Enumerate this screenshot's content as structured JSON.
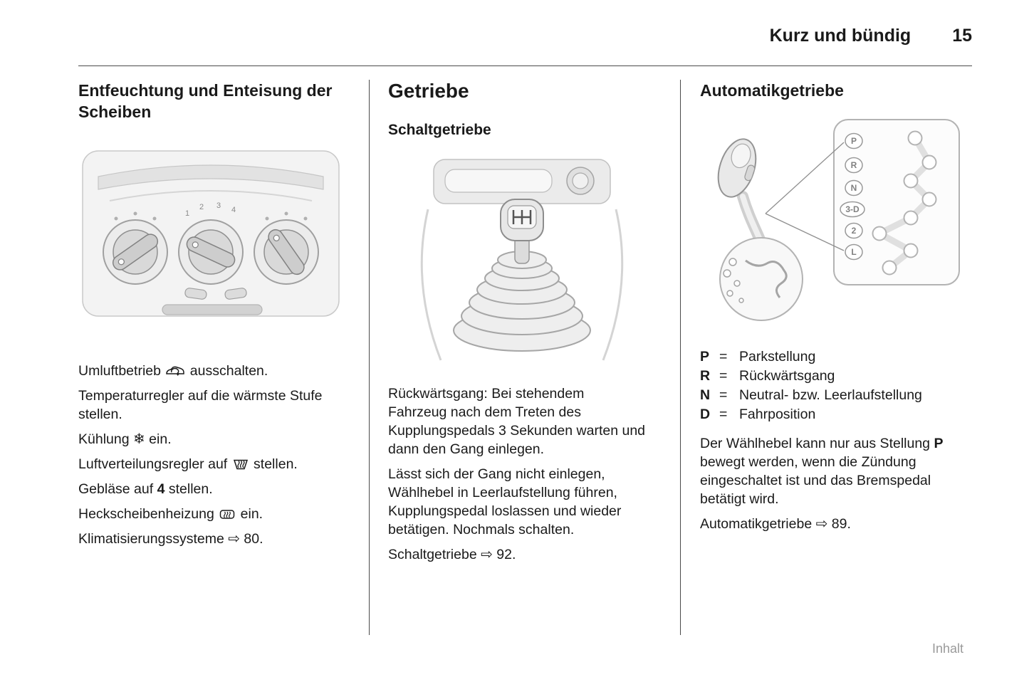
{
  "header": {
    "section_title": "Kurz und bündig",
    "page_number": "15"
  },
  "left": {
    "heading": "Entfeuchtung und Enteisung der Scheiben",
    "figure": {
      "fan_numbers": [
        "1",
        "2",
        "3",
        "4"
      ]
    },
    "lines": [
      {
        "pre": "Umluftbetrieb ",
        "icon": "air-recirculation-icon",
        "post": " ausschalten."
      },
      {
        "pre": "Temperaturregler auf die wärmste Stufe stellen."
      },
      {
        "pre": "Kühlung ",
        "icon": "cooling-icon",
        "glyph": "❄",
        "post": " ein."
      },
      {
        "pre": "Luftverteilungsregler auf ",
        "icon": "windscreen-defrost-icon",
        "post": " stellen."
      },
      {
        "pre": "Gebläse auf ",
        "bold": "4",
        "post": " stellen."
      },
      {
        "pre": "Heckscheibenheizung ",
        "icon": "rear-window-heating-icon",
        "post": " ein."
      },
      {
        "pre": "Klimatisierungssysteme ",
        "icon": "page-reference-arrow-icon",
        "glyph": "⇨",
        "post": " 80."
      }
    ]
  },
  "middle": {
    "heading": "Getriebe",
    "subheading": "Schaltgetriebe",
    "paragraphs": [
      "Rückwärtsgang: Bei stehendem Fahrzeug nach dem Treten des Kupplungspedals 3 Sekunden warten und dann den Gang einlegen.",
      "Lässt sich der Gang nicht einlegen, Wählhebel in Leerlaufstellung führen, Kupplungspedal loslassen und wieder betätigen. Nochmals schalten."
    ],
    "reference": {
      "pre": "Schaltgetriebe ",
      "icon": "page-reference-arrow-icon",
      "glyph": "⇨",
      "post": " 92."
    }
  },
  "right": {
    "heading": "Automatikgetriebe",
    "figure": {
      "labels": [
        "P",
        "R",
        "N",
        "3-D",
        "2",
        "L"
      ]
    },
    "legend": [
      {
        "key": "P",
        "eq": "=",
        "value": "Parkstellung"
      },
      {
        "key": "R",
        "eq": "=",
        "value": "Rückwärtsgang"
      },
      {
        "key": "N",
        "eq": "=",
        "value": "Neutral- bzw. Leerlaufstellung"
      },
      {
        "key": "D",
        "eq": "=",
        "value": "Fahrposition"
      }
    ],
    "paragraph": {
      "pre": "Der Wählhebel kann nur aus Stellung ",
      "bold": "P",
      "post": " bewegt werden, wenn die Zündung eingeschaltet ist und das Bremspedal betätigt wird."
    },
    "reference": {
      "pre": "Automatikgetriebe ",
      "icon": "page-reference-arrow-icon",
      "glyph": "⇨",
      "post": " 89."
    }
  },
  "footer": {
    "link": "Inhalt"
  }
}
